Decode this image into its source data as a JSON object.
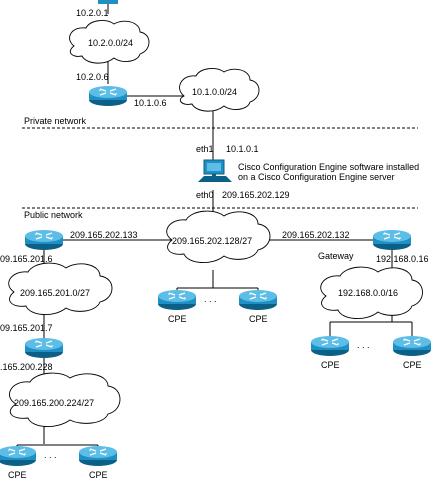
{
  "colors": {
    "router_body": "#1f8fc4",
    "router_top": "#5cbde6",
    "router_dark": "#0c5f87",
    "computer": "#1f8fc4",
    "lines": "#000000"
  },
  "segments": {
    "private_label": "Private network",
    "public_label": "Public network"
  },
  "top": {
    "ip_a": "10.2.0.1",
    "cloud": "10.2.0.0/24",
    "ip_b": "10.2.0.6",
    "ip_c": "10.1.0.6",
    "cloud2": "10.1.0.0/24"
  },
  "server": {
    "eth1_label": "eth1",
    "eth1_ip": "10.1.0.1",
    "description": [
      "Cisco Configuration Engine software installed",
      "on a Cisco Configuration Engine server"
    ],
    "eth0_label": "eth0",
    "eth0_ip": "209.165.202.129"
  },
  "center": {
    "cloud": "209.165.202.128/27",
    "left_ip": "209.165.202.133",
    "right_ip": "209.165.202.132",
    "cpe_left": "CPE",
    "cpe_right": "CPE",
    "dots": ". . ."
  },
  "left_branch": {
    "ip1": "09.165.201.6",
    "cloud1": "209.165.201.0/27",
    "ip2": "09.165.201.7",
    "ip3": ".165.200.228",
    "cloud2": "209.165.200.224/27",
    "cpe_left": "CPE",
    "cpe_right": "CPE",
    "dots": ". . ."
  },
  "right_branch": {
    "gateway": "Gateway",
    "ip": "192.168.0.16",
    "cloud": "192.168.0.0/16",
    "cpe_left": "CPE",
    "cpe_right": "CPE",
    "dots": ". . ."
  }
}
